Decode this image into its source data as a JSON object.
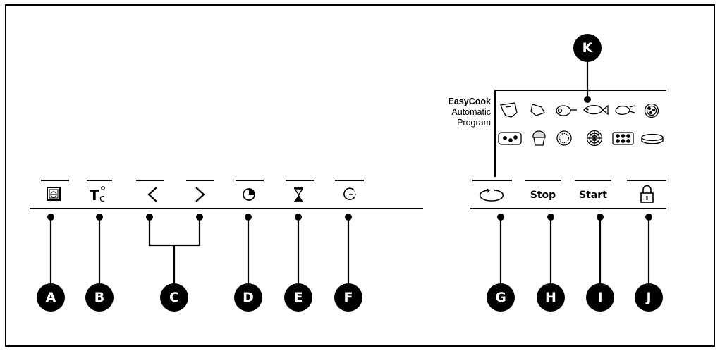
{
  "panel": {
    "easycook": {
      "title": "EasyCook",
      "line2": "Automatic",
      "line3": "Program"
    },
    "buttons": [
      {
        "id": "oven-function",
        "icon": "oven-fan-icon"
      },
      {
        "id": "temperature",
        "icon": "temperature-icon",
        "text": "T°C"
      },
      {
        "id": "left-arrow",
        "icon": "chevron-left-icon"
      },
      {
        "id": "right-arrow",
        "icon": "chevron-right-icon"
      },
      {
        "id": "cooking-time",
        "icon": "clock-quarter-icon"
      },
      {
        "id": "minute-minder",
        "icon": "hourglass-icon"
      },
      {
        "id": "end-time",
        "icon": "dashed-clock-icon"
      },
      {
        "id": "repeat",
        "icon": "loop-icon"
      },
      {
        "id": "stop",
        "text": "Stop"
      },
      {
        "id": "start",
        "text": "Start"
      },
      {
        "id": "lock",
        "icon": "padlock-icon"
      }
    ],
    "program_icons": [
      "beef-icon",
      "lamb-icon",
      "ham-icon",
      "fish-icon",
      "poultry-icon",
      "pizza-icon",
      "casserole-icon",
      "muffin-icon",
      "pie-icon",
      "tart-icon",
      "cookies-tray-icon",
      "cake-icon"
    ]
  },
  "markers": [
    "A",
    "B",
    "C",
    "D",
    "E",
    "F",
    "G",
    "H",
    "I",
    "J",
    "K"
  ]
}
